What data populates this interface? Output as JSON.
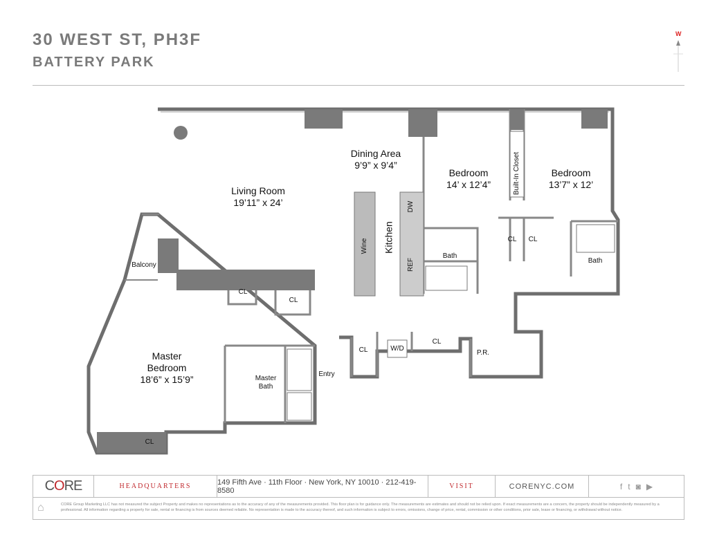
{
  "header": {
    "address": "30 WEST ST, PH3F",
    "neighborhood": "BATTERY PARK"
  },
  "compass": {
    "direction": "W",
    "accent": "#d22222"
  },
  "rooms": {
    "living_room": {
      "name": "Living Room",
      "dims": "19’11” x 24’"
    },
    "dining_area": {
      "name": "Dining Area",
      "dims": "9’9” x 9’4”"
    },
    "bedroom1": {
      "name": "Bedroom",
      "dims": "14’ x 12’4”"
    },
    "bedroom2": {
      "name": "Bedroom",
      "dims": "13’7” x 12’"
    },
    "master_bedroom": {
      "name": "Master Bedroom",
      "line1": "Master",
      "line2": "Bedroom",
      "dims": "18’6” x 15’9”"
    },
    "kitchen": "Kitchen",
    "wine": "Wine",
    "dw": "DW",
    "ref": "REF",
    "built_in_closet": "Built-In Closet",
    "bath": "Bath",
    "master_bath_1": "Master",
    "master_bath_2": "Bath",
    "balcony": "Balcony",
    "entry": "Entry",
    "wd": "W/D",
    "pr": "P.R.",
    "cl": "CL"
  },
  "footer": {
    "logo": "CORE",
    "hq_label": "HEADQUARTERS",
    "hq_address": "149 Fifth Ave · 11th Floor · New York, NY 10010 · 212-419-8580",
    "visit_label": "VISIT",
    "website": "CORENYC.COM",
    "social_icons": [
      "facebook-icon",
      "twitter-icon",
      "instagram-icon",
      "youtube-icon"
    ],
    "disclaimer": "CORE Group Marketing LLC has not measured the subject Property and makes no representations as to the accuracy of any of the measurements provided. This floor plan is for guidance only. The measurements are estimates and should not be relied upon. If exact measurements are a concern, the property should be independently measured by a professional. All information regarding a property for sale, rental or financing is from sources deemed reliable. No representation is made to the accuracy thereof, and such information is subject to errors, omissions, change of price, rental, commission or other conditions, prior sale, lease or financing, or withdrawal without notice.",
    "accent": "#c0282d"
  }
}
